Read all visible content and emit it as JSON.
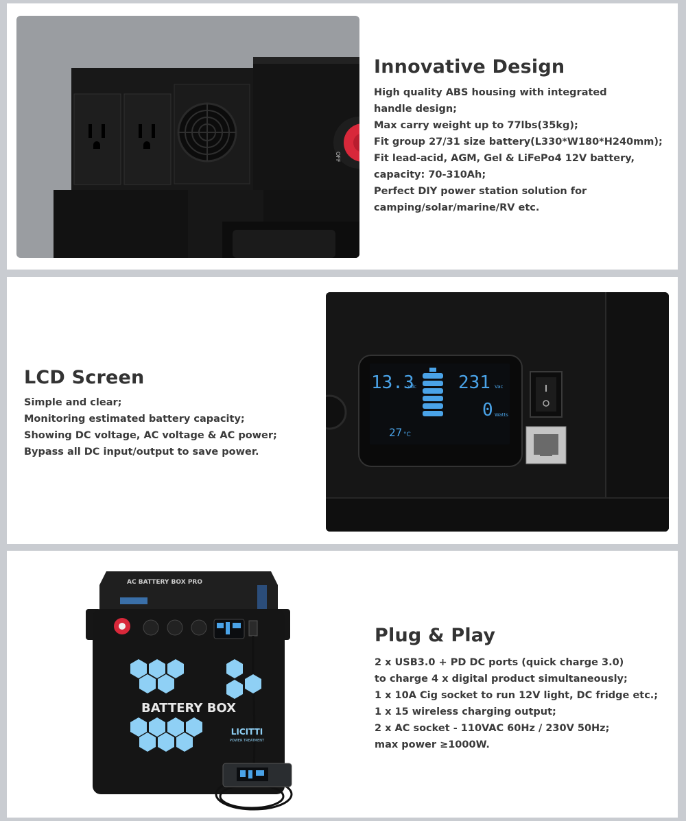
{
  "sections": [
    {
      "title": "Innovative Design",
      "lines": [
        "High quality ABS housing with integrated",
        "handle design;",
        "Max carry weight up to 77lbs(35kg);",
        "Fit group 27/31 size battery(L330*W180*H240mm);",
        "Fit lead-acid, AGM, Gel & LiFePo4 12V battery,",
        "capacity: 70-310Ah;",
        "Perfect DIY power station solution for",
        "camping/solar/marine/RV etc."
      ],
      "photo": {
        "switch_label": "OFF"
      }
    },
    {
      "title": "LCD Screen",
      "lines": [
        "Simple and clear;",
        "Monitoring estimated battery capacity;",
        "Showing DC voltage, AC voltage & AC power;",
        "Bypass all DC input/output to save power."
      ],
      "photo": {
        "dc_voltage": "13.3",
        "dc_unit": "Vdc",
        "ac_voltage": "231",
        "ac_unit": "Vac",
        "ac_power": "0",
        "power_unit": "Watts",
        "temperature": "27",
        "temp_unit": "°C"
      }
    },
    {
      "title": "Plug & Play",
      "lines": [
        "2 x USB3.0 + PD DC ports (quick charge 3.0)",
        "to charge 4 x digital product simultaneously;",
        "1 x 10A Cig socket to run 12V light, DC fridge etc.;",
        "1 x 15 wireless charging output;",
        "2 x AC socket - 110VAC 60Hz / 230V 50Hz;",
        "max power ≥1000W."
      ],
      "photo": {
        "lid_label": "AC BATTERY BOX PRO",
        "body_label": "BATTERY BOX",
        "brand": "LICITTI",
        "brand_sub": "POWER TREATMENT"
      }
    }
  ],
  "colors": {
    "background": "#c9ccd1",
    "panel": "#ffffff",
    "text": "#333333",
    "lcd_blue": "#4aa3e8",
    "hex_blue": "#8fd0f5",
    "red_switch": "#d8283a"
  }
}
